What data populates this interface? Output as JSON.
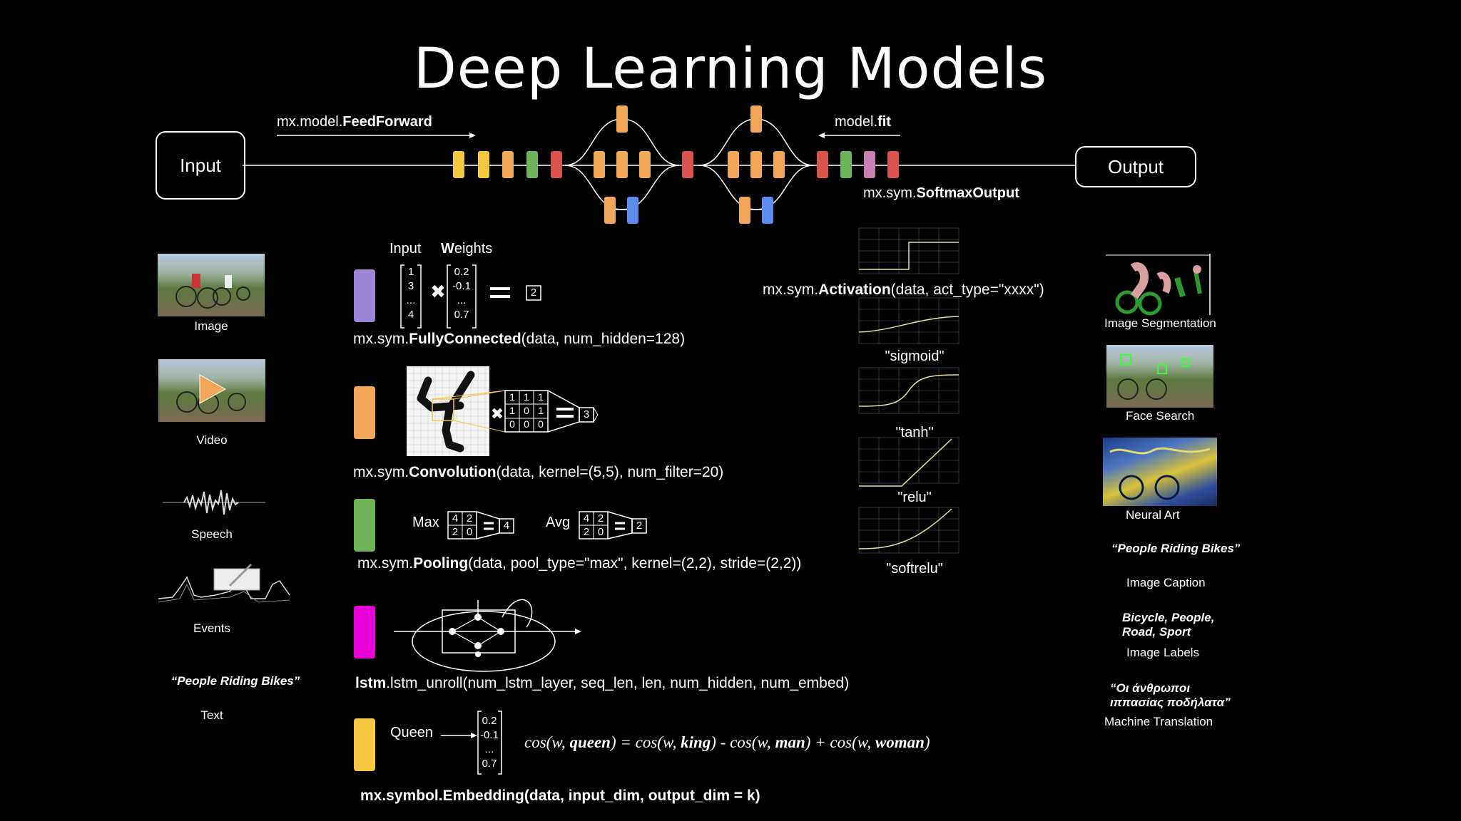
{
  "title": "Deep Learning Models",
  "pipeline": {
    "input_label": "Input",
    "output_label": "Output",
    "feedforward_prefix": "mx.model.",
    "feedforward_bold": "FeedForward",
    "fit_prefix": "model.",
    "fit_bold": "fit",
    "softmax_prefix": "mx.sym.",
    "softmax_bold": "SoftmaxOutput"
  },
  "inputs": [
    {
      "label": "Image"
    },
    {
      "label": "Video"
    },
    {
      "label": "Speech"
    },
    {
      "label": "Events"
    },
    {
      "label": "Text",
      "caption": "“People Riding Bikes”"
    }
  ],
  "layers": {
    "fc": {
      "input_header": "Input",
      "weights_header_bold": "W",
      "weights_header_rest": "eights",
      "input_vector": [
        "1",
        "3",
        "...",
        "4"
      ],
      "weight_vector": [
        "0.2",
        "-0.1",
        "...",
        "0.7"
      ],
      "result": "2",
      "code_prefix": "mx.sym.",
      "code_bold": "FullyConnected",
      "code_rest": "(data, num_hidden=128)"
    },
    "conv": {
      "kernel": [
        [
          "1",
          "1",
          "1"
        ],
        [
          "1",
          "0",
          "1"
        ],
        [
          "0",
          "0",
          "0"
        ]
      ],
      "result": "3",
      "code_prefix": "mx.sym.",
      "code_bold": "Convolution",
      "code_rest": "(data, kernel=(5,5), num_filter=20)"
    },
    "pool": {
      "max_label": "Max",
      "avg_label": "Avg",
      "grid": [
        [
          "4",
          "2"
        ],
        [
          "2",
          "0"
        ]
      ],
      "max_result": "4",
      "avg_result": "2",
      "code_prefix": "mx.sym.",
      "code_bold": "Pooling",
      "code_rest": "(data, pool_type=\"max\", kernel=(2,2), stride=(2,2))"
    },
    "lstm": {
      "code_bold": "lstm",
      "code_rest": ".lstm_unroll(num_lstm_layer, seq_len, len, num_hidden, num_embed)"
    },
    "embedding": {
      "word": "Queen",
      "vector": [
        "0.2",
        "-0.1",
        "...",
        "0.7"
      ],
      "formula_parts": [
        "cos(w, ",
        "queen",
        ") = cos(w, ",
        "king",
        ") - cos(w, ",
        "man",
        ") + cos(w, ",
        "woman",
        ")"
      ],
      "code": "mx.symbol.Embedding(data, input_dim, output_dim = k)"
    }
  },
  "activation": {
    "code_prefix": "mx.sym.",
    "code_bold": "Activation",
    "code_rest": "(data, act_type=\"xxxx\")",
    "types": [
      "\"sigmoid\"",
      "\"tanh\"",
      "\"relu\"",
      "\"softrelu\""
    ]
  },
  "outputs": [
    {
      "label": "Image Segmentation"
    },
    {
      "label": "Face Search"
    },
    {
      "label": "Neural Art"
    },
    {
      "caption": "“People Riding Bikes”",
      "label": "Image Caption"
    },
    {
      "caption_line1": "Bicycle, People,",
      "caption_line2": "Road, Sport",
      "label": "Image Labels"
    },
    {
      "caption_line1": "“Οι άνθρωποι",
      "caption_line2": "ιππασίας ποδήλατα”",
      "label": "Machine Translation"
    }
  ],
  "colors": {
    "yellow": "#f5c842",
    "orange": "#f2a65a",
    "green": "#6fb35a",
    "red": "#d9534f",
    "blue": "#5b8def",
    "purple": "#9b87d6",
    "magenta": "#e600d6",
    "pink": "#c87fb0"
  }
}
